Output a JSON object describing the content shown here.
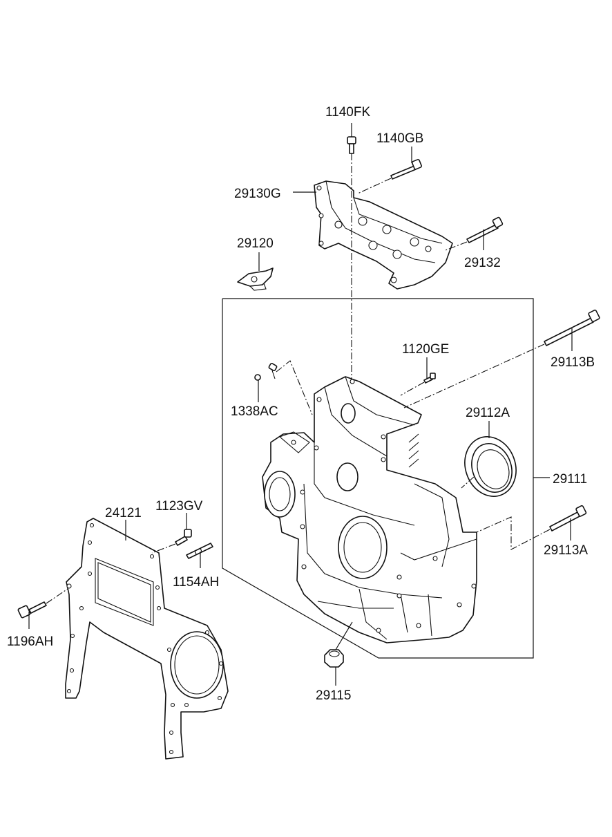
{
  "callouts": [
    {
      "id": "p1140fk",
      "text": "1140FK"
    },
    {
      "id": "p1140gb",
      "text": "1140GB"
    },
    {
      "id": "p29130g",
      "text": "29130G"
    },
    {
      "id": "p29120",
      "text": "29120"
    },
    {
      "id": "p29132",
      "text": "29132"
    },
    {
      "id": "p1120ge",
      "text": "1120GE"
    },
    {
      "id": "p29113b",
      "text": "29113B"
    },
    {
      "id": "p1338ac",
      "text": "1338AC"
    },
    {
      "id": "p29112a",
      "text": "29112A"
    },
    {
      "id": "p29111",
      "text": "29111"
    },
    {
      "id": "p24121",
      "text": "24121"
    },
    {
      "id": "p1123gv",
      "text": "1123GV"
    },
    {
      "id": "p29113a",
      "text": "29113A"
    },
    {
      "id": "p1154ah",
      "text": "1154AH"
    },
    {
      "id": "p1196ah",
      "text": "1196AH"
    },
    {
      "id": "p29115",
      "text": "29115"
    }
  ]
}
